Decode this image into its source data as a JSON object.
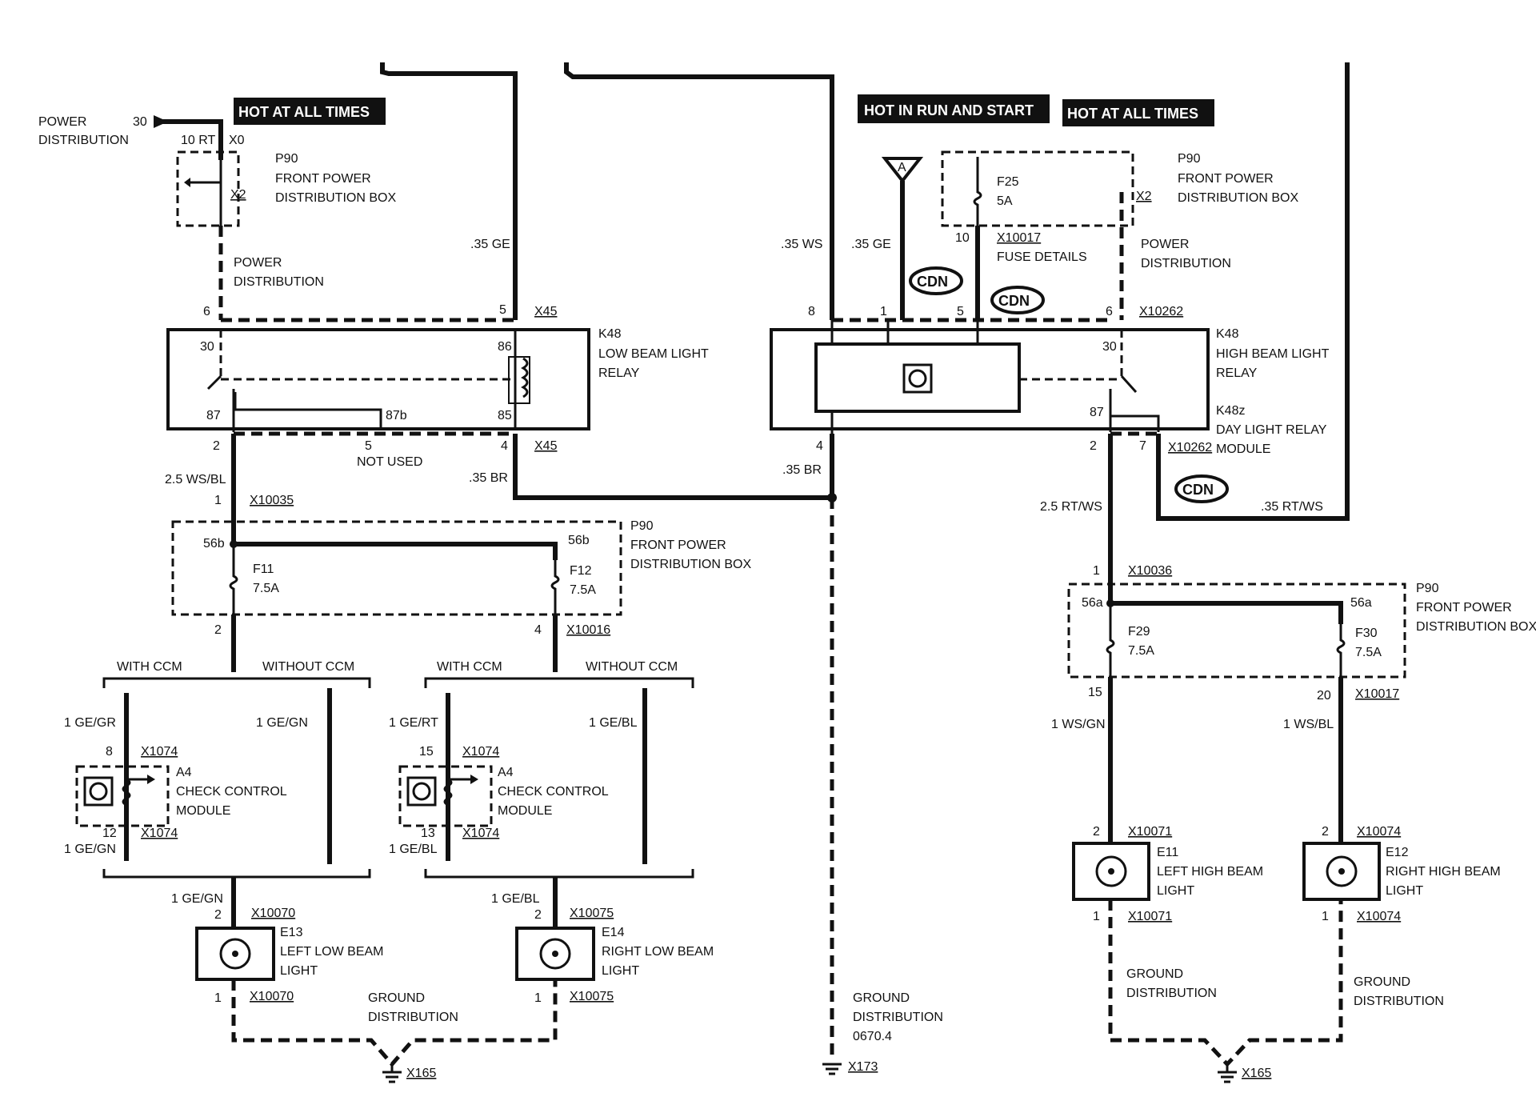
{
  "headers": {
    "hot_all_1": "HOT AT ALL TIMES",
    "hot_run": "HOT IN RUN AND START",
    "hot_all_2": "HOT AT ALL TIMES"
  },
  "left": {
    "power_dist_label_1": "POWER",
    "power_dist_label_2": "DISTRIBUTION",
    "pin30": "30",
    "rt10": "10 RT",
    "x0": "X0",
    "x2": "X2",
    "p90": "P90",
    "p90_l1": "FRONT POWER",
    "p90_l2": "DISTRIBUTION BOX",
    "pd_l1": "POWER",
    "pd_l2": "DISTRIBUTION",
    "ge35": ".35 GE",
    "pin6": "6",
    "pin5": "5",
    "x45a": "X45",
    "k48": "K48",
    "k48_l1": "LOW BEAM LIGHT",
    "k48_l2": "RELAY",
    "r30": "30",
    "r86": "86",
    "r87": "87",
    "r87b": "87b",
    "r85": "85",
    "pin2": "2",
    "pin5b": "5",
    "not_used": "NOT USED",
    "pin4": "4",
    "x45b": "X45",
    "br35": ".35 BR",
    "wsbl": "2.5 WS/BL",
    "pin1": "1",
    "x10035": "X10035",
    "p90b": "P90",
    "p90b_l1": "FRONT POWER",
    "p90b_l2": "DISTRIBUTION BOX",
    "s56b_1": "56b",
    "s56b_2": "56b",
    "f11": "F11",
    "f11a": "7.5A",
    "f12": "F12",
    "f12a": "7.5A",
    "pin2b": "2",
    "pin4b": "4",
    "x10016": "X10016",
    "with_ccm_1": "WITH CCM",
    "without_ccm_1": "WITHOUT CCM",
    "with_ccm_2": "WITH CCM",
    "without_ccm_2": "WITHOUT CCM",
    "gegr": "1 GE/GR",
    "gegn_top": "1 GE/GN",
    "gert": "1 GE/RT",
    "gebl_top": "1 GE/BL",
    "p8": "8",
    "x1074a": "X1074",
    "p15": "15",
    "x1074b": "X1074",
    "a4a": "A4",
    "a4a_l1": "CHECK CONTROL",
    "a4a_l2": "MODULE",
    "a4b": "A4",
    "a4b_l1": "CHECK CONTROL",
    "a4b_l2": "MODULE",
    "p12": "12",
    "x1074c": "X1074",
    "p13": "13",
    "x1074d": "X1074",
    "gegn_low": "1 GE/GN",
    "gebl_low": "1 GE/BL",
    "gegn_bot": "1 GE/GN",
    "gebl_bot": "1 GE/BL",
    "p2c": "2",
    "x10070a": "X10070",
    "p2d": "2",
    "x10075a": "X10075",
    "e13": "E13",
    "e13_l1": "LEFT LOW BEAM",
    "e13_l2": "LIGHT",
    "e14": "E14",
    "e14_l1": "RIGHT LOW BEAM",
    "e14_l2": "LIGHT",
    "p1c": "1",
    "x10070b": "X10070",
    "p1d": "1",
    "x10075b": "X10075",
    "gd_l1": "GROUND",
    "gd_l2": "DISTRIBUTION",
    "x165": "X165"
  },
  "center": {
    "ws35": ".35 WS",
    "ge35": ".35 GE",
    "pin8": "8",
    "pin1": "1",
    "pin5": "5",
    "pin4": "4",
    "br35": ".35 BR",
    "gd_l1": "GROUND",
    "gd_l2": "DISTRIBUTION",
    "gd_l3": "0670.4",
    "x173": "X173",
    "marker_a": "A"
  },
  "right": {
    "f25": "F25",
    "f25a": "5A",
    "p90": "P90",
    "p90_l1": "FRONT POWER",
    "p90_l2": "DISTRIBUTION BOX",
    "x2": "X2",
    "p10": "10",
    "x10017": "X10017",
    "fuse_details": "FUSE DETAILS",
    "pd_l1": "POWER",
    "pd_l2": "DISTRIBUTION",
    "pin6": "6",
    "x10262a": "X10262",
    "k48": "K48",
    "k48_l1": "HIGH BEAM LIGHT",
    "k48_l2": "RELAY",
    "r30": "30",
    "r87": "87",
    "k48z": "K48z",
    "k48z_l1": "DAY LIGHT RELAY",
    "k48z_l2": "MODULE",
    "pin2": "2",
    "pin7": "7",
    "x10262b": "X10262",
    "rtws25": "2.5 RT/WS",
    "rtws35": ".35 RT/WS",
    "pin1": "1",
    "x10036": "X10036",
    "p90b": "P90",
    "p90b_l1": "FRONT POWER",
    "p90b_l2": "DISTRIBUTION BOX",
    "s56a_1": "56a",
    "s56a_2": "56a",
    "f29": "F29",
    "f29a": "7.5A",
    "f30": "F30",
    "f30a": "7.5A",
    "p15": "15",
    "p20": "20",
    "x10017b": "X10017",
    "wsgn": "1 WS/GN",
    "wsbl": "1 WS/BL",
    "p2a": "2",
    "x10071a": "X10071",
    "p2b": "2",
    "x10074a": "X10074",
    "e11": "E11",
    "e11_l1": "LEFT HIGH BEAM",
    "e11_l2": "LIGHT",
    "e12": "E12",
    "e12_l1": "RIGHT HIGH BEAM",
    "e12_l2": "LIGHT",
    "p1a": "1",
    "x10071b": "X10071",
    "p1b": "1",
    "x10074b": "X10074",
    "gd1_l1": "GROUND",
    "gd1_l2": "DISTRIBUTION",
    "gd2_l1": "GROUND",
    "gd2_l2": "DISTRIBUTION",
    "x165": "X165"
  },
  "cdn": [
    "CDN",
    "CDN",
    "CDN"
  ]
}
